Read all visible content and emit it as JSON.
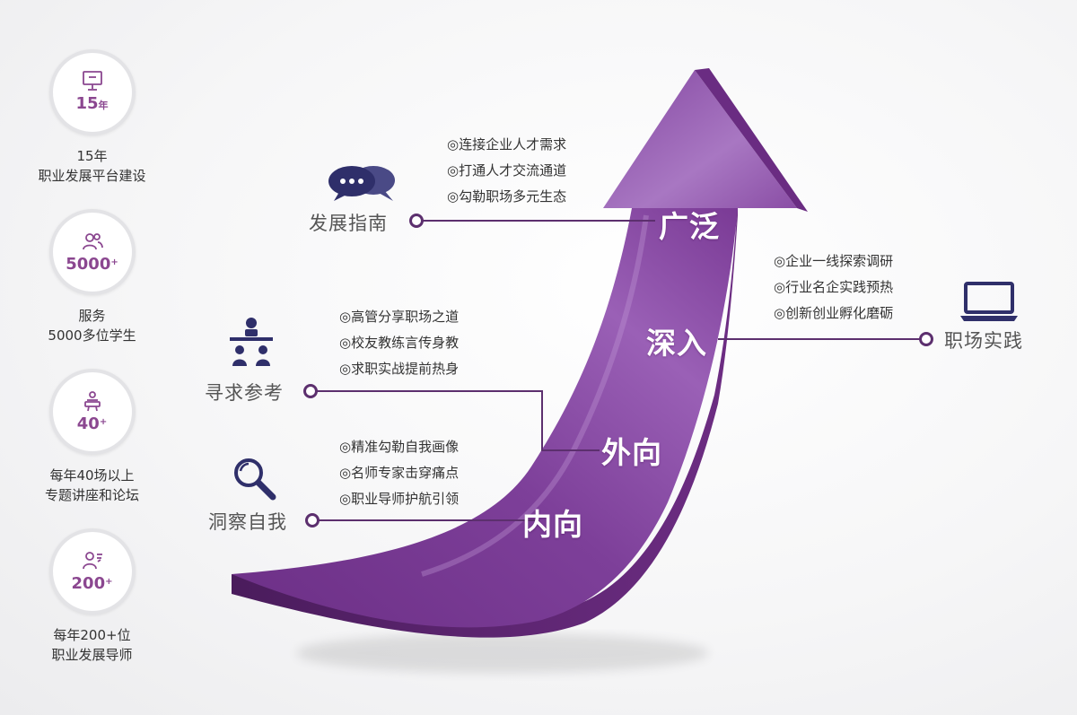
{
  "stats": [
    {
      "value": "15",
      "suffix": "年",
      "desc_line1": "15年",
      "desc_line2": "职业发展平台建设",
      "icon": "monitor-icon"
    },
    {
      "value": "5000",
      "suffix": "+",
      "desc_line1": "服务",
      "desc_line2": "5000多位学生",
      "icon": "users-icon"
    },
    {
      "value": "40",
      "suffix": "+",
      "desc_line1": "每年40场以上",
      "desc_line2": "专题讲座和论坛",
      "icon": "lecture-icon"
    },
    {
      "value": "200",
      "suffix": "+",
      "desc_line1": "每年200+位",
      "desc_line2": "职业发展导师",
      "icon": "mentor-icon"
    }
  ],
  "stages": [
    {
      "arrow_word": "内向",
      "label": "洞察自我",
      "icon": "magnifier-icon",
      "bullets": [
        "◎精准勾勒自我画像",
        "◎名师专家击穿痛点",
        "◎职业导师护航引领"
      ]
    },
    {
      "arrow_word": "外向",
      "label": "寻求参考",
      "icon": "presentation-icon",
      "bullets": [
        "◎高管分享职场之道",
        "◎校友教练言传身教",
        "◎求职实战提前热身"
      ]
    },
    {
      "arrow_word": "深入",
      "label": "职场实践",
      "icon": "laptop-icon",
      "bullets": [
        "◎企业一线探索调研",
        "◎行业名企实践预热",
        "◎创新创业孵化磨砺"
      ]
    },
    {
      "arrow_word": "广泛",
      "label": "发展指南",
      "icon": "chat-bubbles-icon",
      "bullets": [
        "◎连接企业人才需求",
        "◎打通人才交流通道",
        "◎勾勒职场多元生态"
      ]
    }
  ],
  "colors": {
    "accent": "#8b4790",
    "arrow_dark": "#5e2673",
    "arrow_light": "#9a5fb5",
    "icon_navy": "#2f2f6a",
    "line": "#5c2f6e"
  }
}
